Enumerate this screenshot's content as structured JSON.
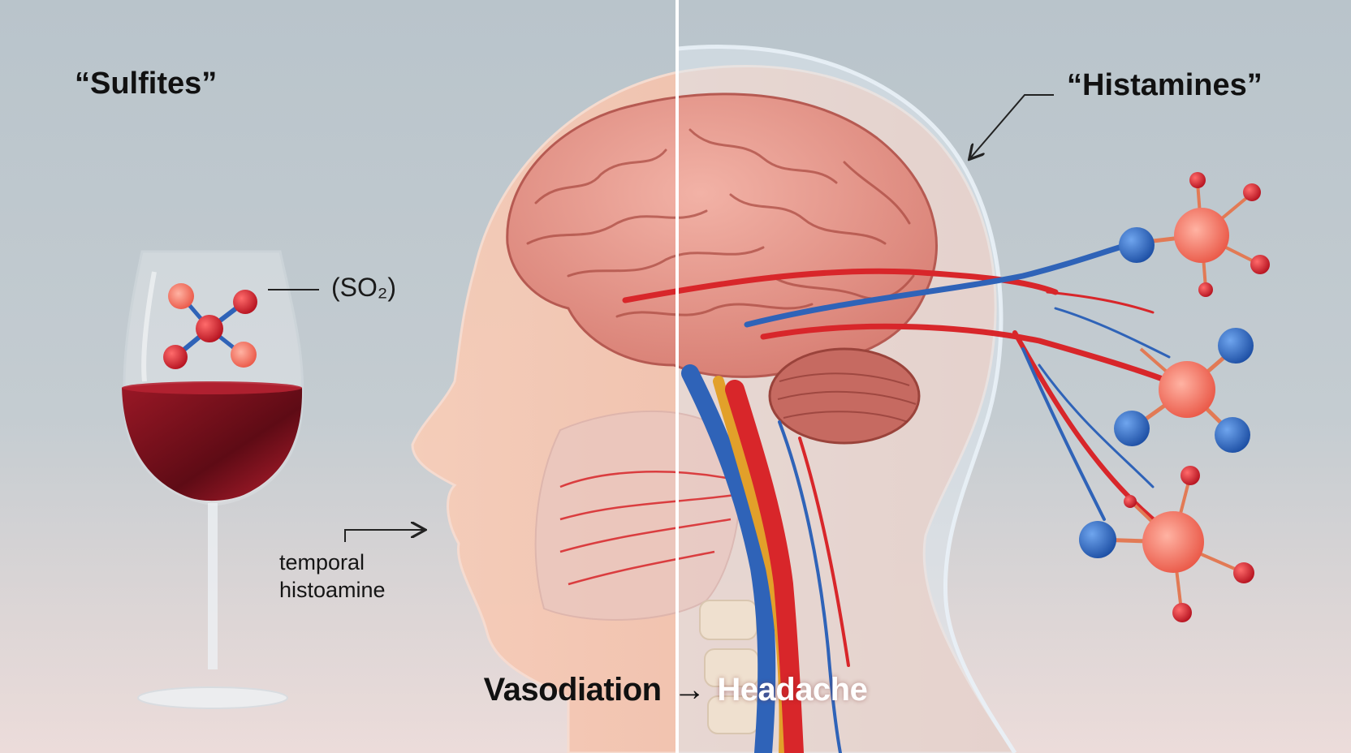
{
  "labels": {
    "sulfites": "“Sulfites”",
    "histamines": "“Histamines”",
    "so2": "(SO₂)",
    "temporal": "temporal\nhistoamine"
  },
  "caption": {
    "left": "Vasodiation",
    "arrow": "→",
    "right": "Headache"
  },
  "colors": {
    "wine": "#7a0f1c",
    "artery": "#d8262a",
    "vein": "#2f63b8",
    "brain": "#e7988f",
    "skin": "#f3c7b4",
    "molecule_red": "#d61f2b",
    "molecule_blue": "#2f6fcf"
  },
  "icons": [
    "wine-glass-icon",
    "molecule-icon",
    "arrow-icon",
    "brain-icon"
  ]
}
